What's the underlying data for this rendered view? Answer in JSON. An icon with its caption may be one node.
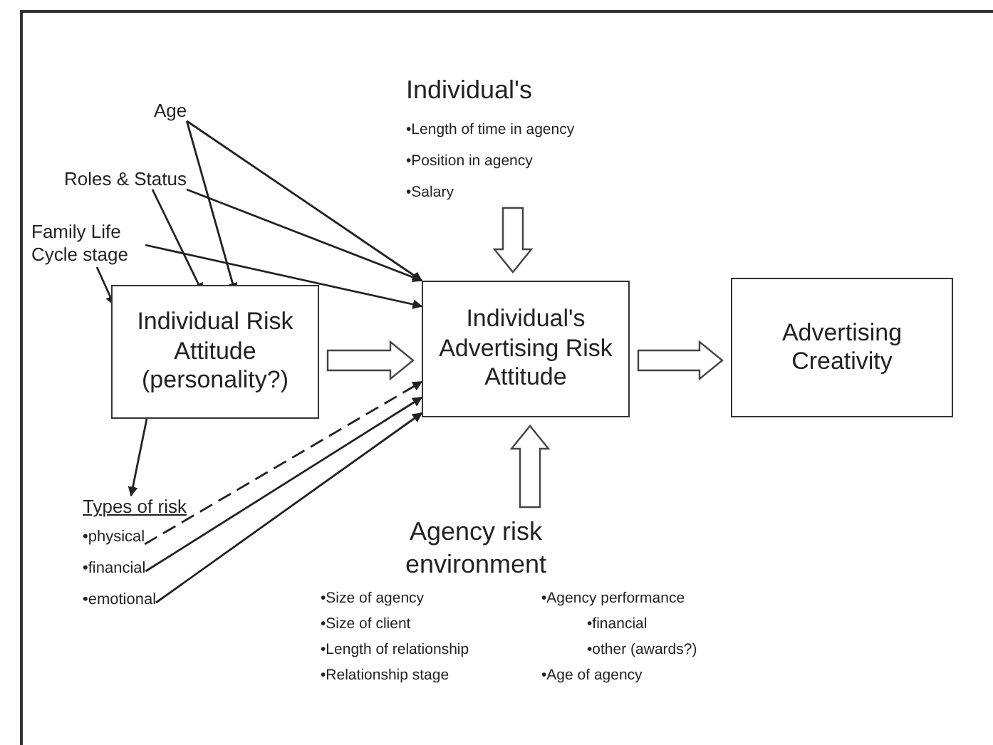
{
  "diagram": {
    "nodes": [
      {
        "text": [
          "Age"
        ]
      },
      {
        "text": [
          "Roles & Status"
        ]
      },
      {
        "text": [
          "Family Life Cycle stage"
        ]
      },
      {
        "text": [
          "Individual Risk Attitude (personality?)"
        ]
      },
      {
        "text": [
          "Individual's Advertising Risk Attitude"
        ]
      },
      {
        "text": [
          "Advertising Creativity"
        ]
      },
      {
        "text": [
          "Individual's",
          "•Length of time in agency",
          "•Position in agency",
          "•Salary"
        ]
      },
      {
        "text": [
          "Agency risk environment",
          "•Size of agency",
          "•Size of client",
          "•Length of relationship",
          "•Relationship stage",
          "•Agency performance",
          "•financial",
          "•other (awards?)",
          "•Age of agency"
        ]
      },
      {
        "text": [
          "Types of risk"
        ]
      },
      {
        "text": [
          "•physical"
        ]
      },
      {
        "text": [
          "•financial"
        ]
      },
      {
        "text": [
          "•emotional"
        ]
      }
    ],
    "edges": [
      {
        "from": 0,
        "to": 3,
        "arrow": "to"
      },
      {
        "from": 0,
        "to": 4,
        "arrow": "to"
      },
      {
        "from": 1,
        "to": 3,
        "arrow": "to"
      },
      {
        "from": 1,
        "to": 4,
        "arrow": "to"
      },
      {
        "from": 2,
        "to": 4,
        "arrow": "to"
      },
      {
        "from": 2,
        "to": 3,
        "arrow": "to"
      },
      {
        "from": 3,
        "to": 4,
        "arrow": "to",
        "style": "thick"
      },
      {
        "from": 4,
        "to": 5,
        "arrow": "to",
        "style": "thick"
      },
      {
        "from": 6,
        "to": 4,
        "arrow": "to",
        "style": "thick"
      },
      {
        "from": 7,
        "to": 4,
        "arrow": "to",
        "style": "thick"
      },
      {
        "from": 3,
        "to": 8,
        "arrow": "to"
      },
      {
        "from": 9,
        "to": 4,
        "arrow": "to",
        "style": "dashed"
      },
      {
        "from": 10,
        "to": 4,
        "arrow": "to"
      },
      {
        "from": 11,
        "to": 4,
        "arrow": "to"
      }
    ]
  }
}
